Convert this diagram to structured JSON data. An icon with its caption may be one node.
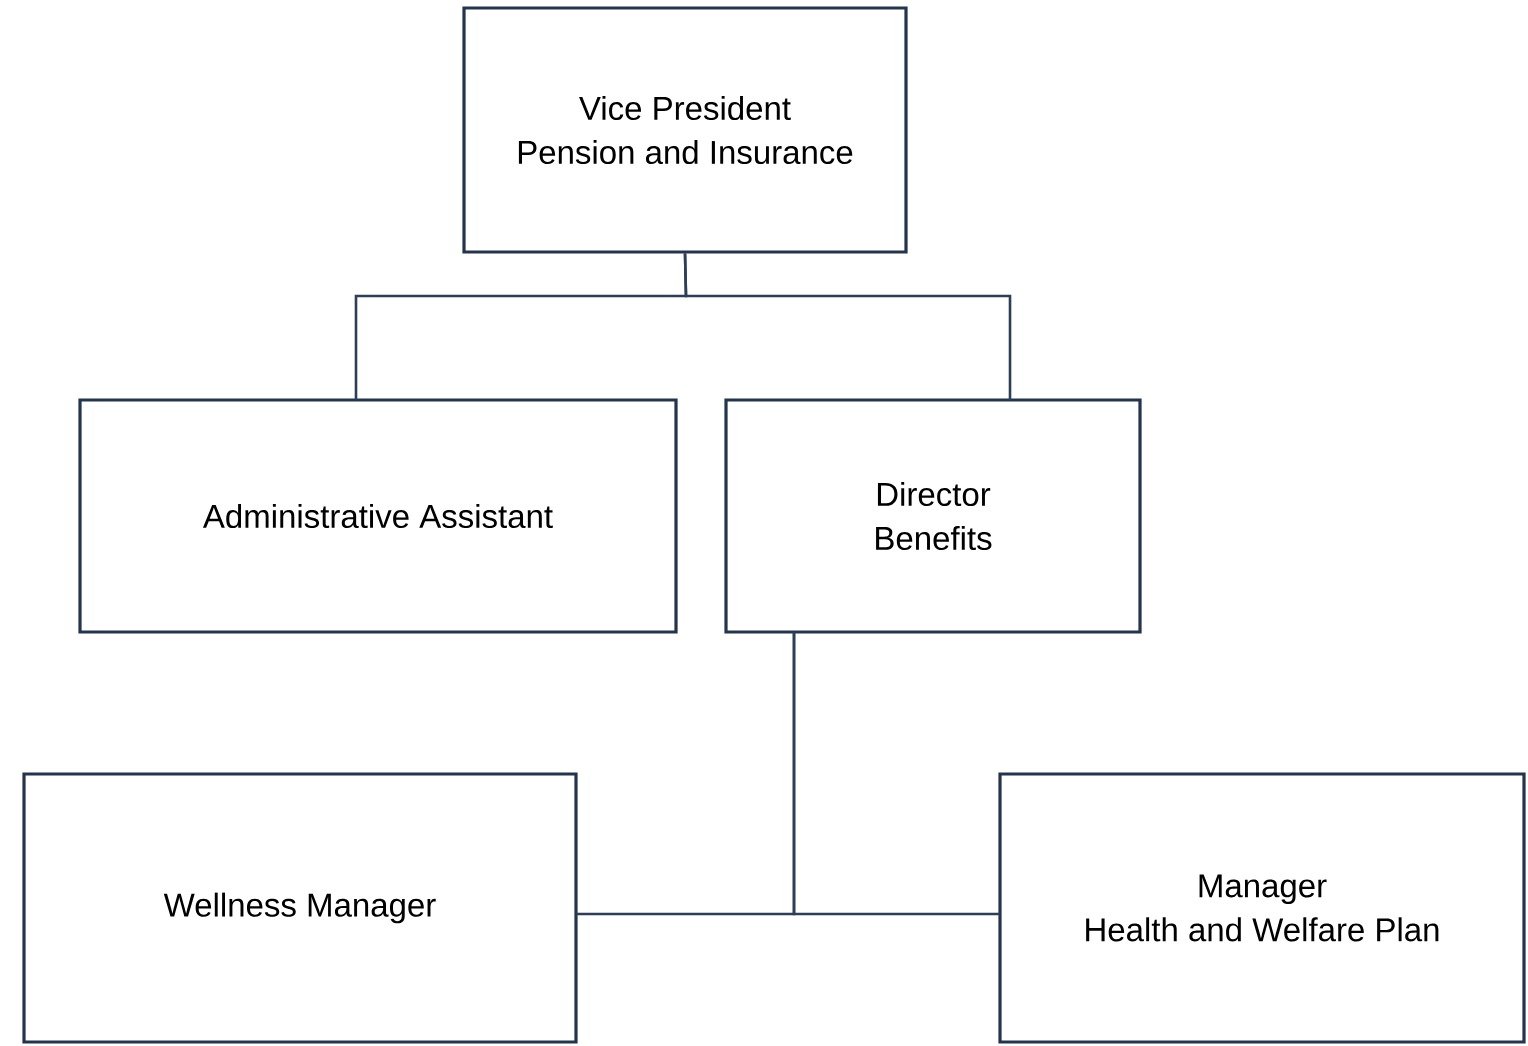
{
  "diagram": {
    "nodes": [
      {
        "text": [
          "Vice President",
          "Pension and Insurance"
        ]
      },
      {
        "text": [
          "Administrative Assistant"
        ]
      },
      {
        "text": [
          "Director",
          "Benefits"
        ]
      },
      {
        "text": [
          "Wellness Manager"
        ]
      },
      {
        "text": [
          "Manager",
          "Health and Welfare Plan"
        ]
      }
    ],
    "edges": [
      {
        "from": 0,
        "to": 1,
        "arrow": "none"
      },
      {
        "from": 0,
        "to": 2,
        "arrow": "none"
      },
      {
        "from": 2,
        "to": 3,
        "arrow": "none"
      },
      {
        "from": 2,
        "to": 4,
        "arrow": "none"
      }
    ]
  }
}
